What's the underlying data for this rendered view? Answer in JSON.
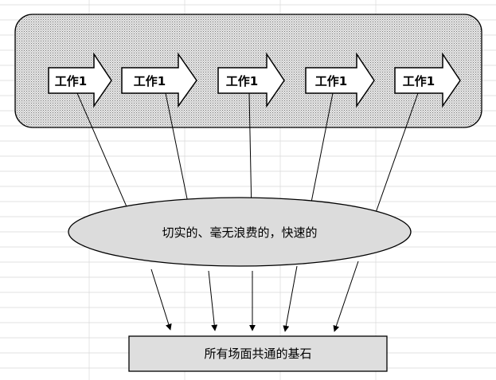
{
  "diagram": {
    "tasks": [
      {
        "label": "工作1"
      },
      {
        "label": "工作1"
      },
      {
        "label": "工作1"
      },
      {
        "label": "工作1"
      },
      {
        "label": "工作1"
      }
    ],
    "ellipse_label": "切实的、毫无浪费的，快速的",
    "base_label": "所有场面共通的基石",
    "colors": {
      "panel_fill": "#d8d8d8",
      "ellipse_fill": "#dcdcdc",
      "base_fill": "#dedede",
      "stroke": "#000000",
      "grid": "#d9d9d9"
    }
  }
}
